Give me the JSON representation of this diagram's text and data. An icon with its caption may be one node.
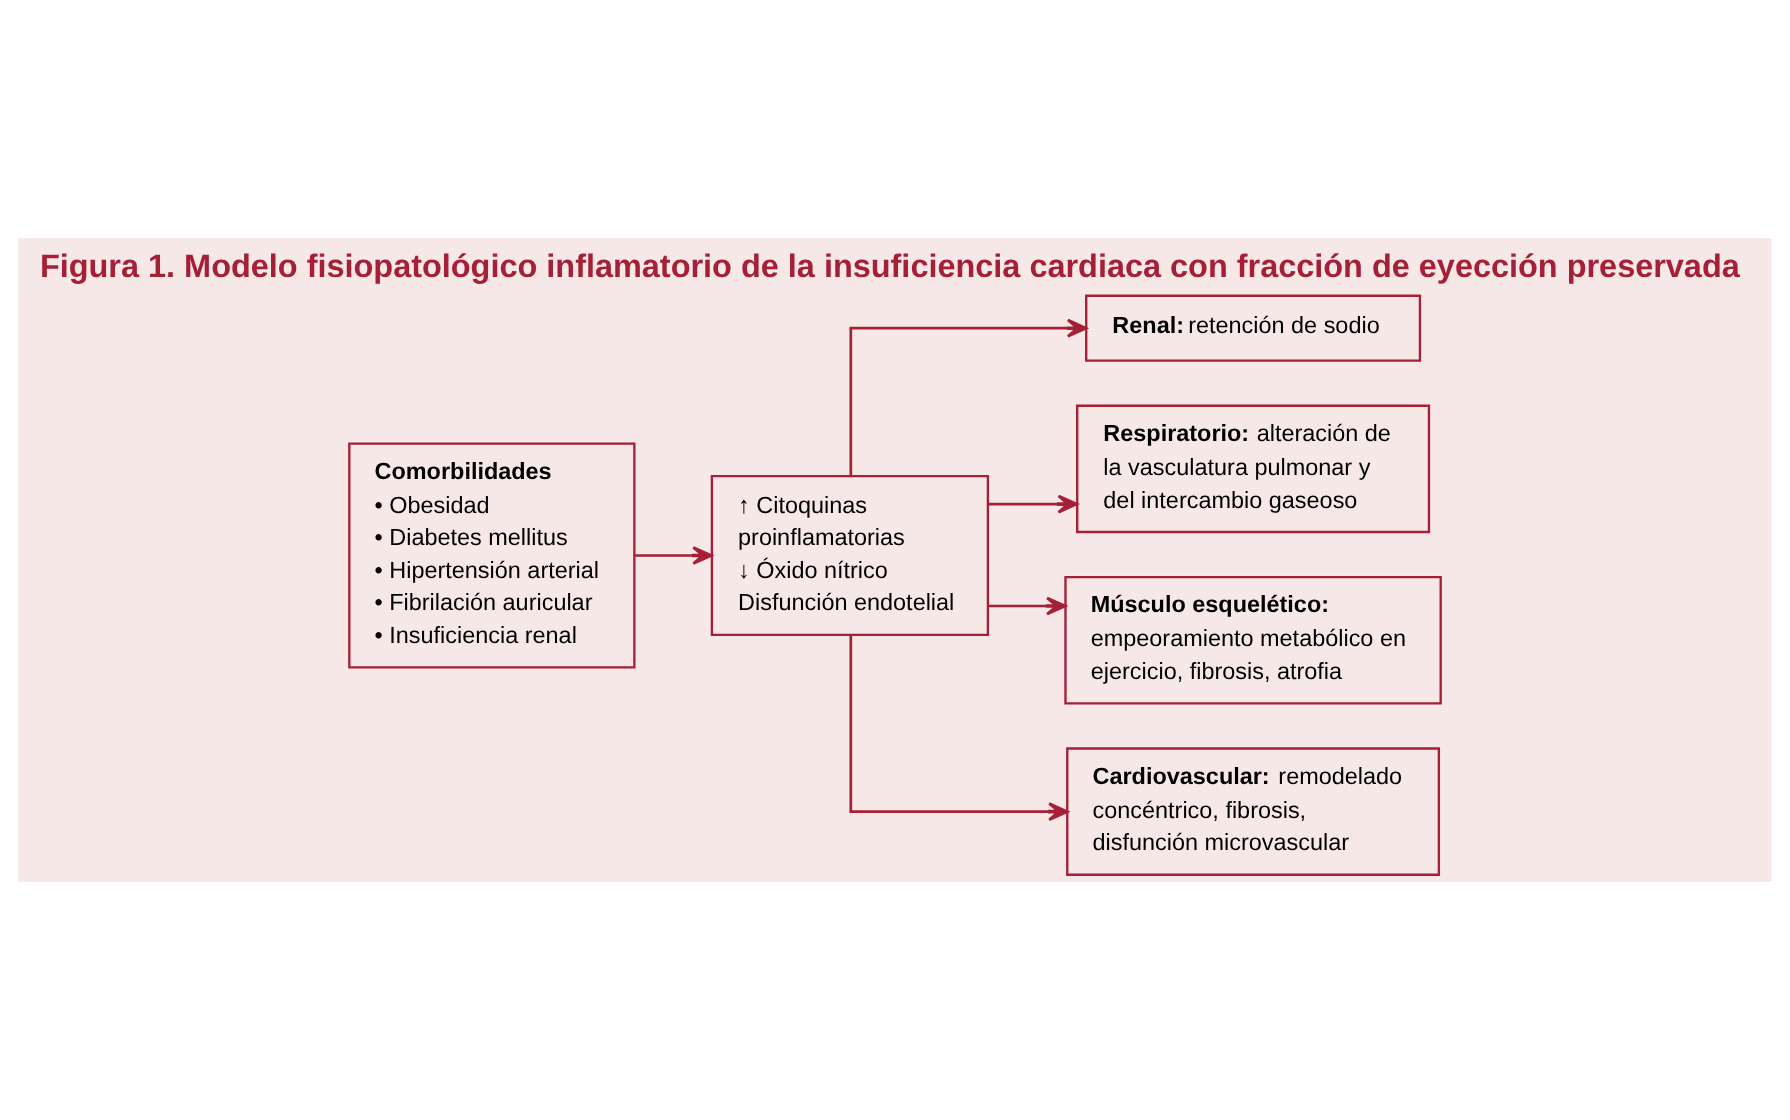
{
  "diagram": {
    "title": "Figura 1. Modelo fisiopatológico inflamatorio de la insuficiencia cardiaca con fracción de eyección preservada",
    "nodes": [
      {
        "text": [
          "Comorbilidades",
          "• Obesidad",
          "• Diabetes mellitus",
          "• Hipertensión arterial",
          "• Fibrilación auricular",
          "• Insuficiencia renal"
        ]
      },
      {
        "text": [
          "↑ Citoquinas proinflamatorias",
          "↓ Óxido nítrico",
          "Disfunción endotelial"
        ]
      },
      {
        "text": [
          "**Renal:** retención de sodio"
        ]
      },
      {
        "text": [
          "**Respiratorio:** alteración de la vasculatura pulmonar y del intercambio gaseoso"
        ]
      },
      {
        "text": [
          "**Músculo esquelético:** empeoramiento metabólico en ejercicio, fibrosis, atrofia"
        ]
      },
      {
        "text": [
          "**Cardiovascular:** remodelado concéntrico, fibrosis, disfunción microvascular"
        ]
      }
    ],
    "edges": [
      {
        "from": 0,
        "to": 1,
        "arrow": "to"
      },
      {
        "from": 1,
        "to": 2,
        "arrow": "to"
      },
      {
        "from": 1,
        "to": 3,
        "arrow": "to"
      },
      {
        "from": 1,
        "to": 4,
        "arrow": "to"
      },
      {
        "from": 1,
        "to": 5,
        "arrow": "to"
      }
    ]
  }
}
